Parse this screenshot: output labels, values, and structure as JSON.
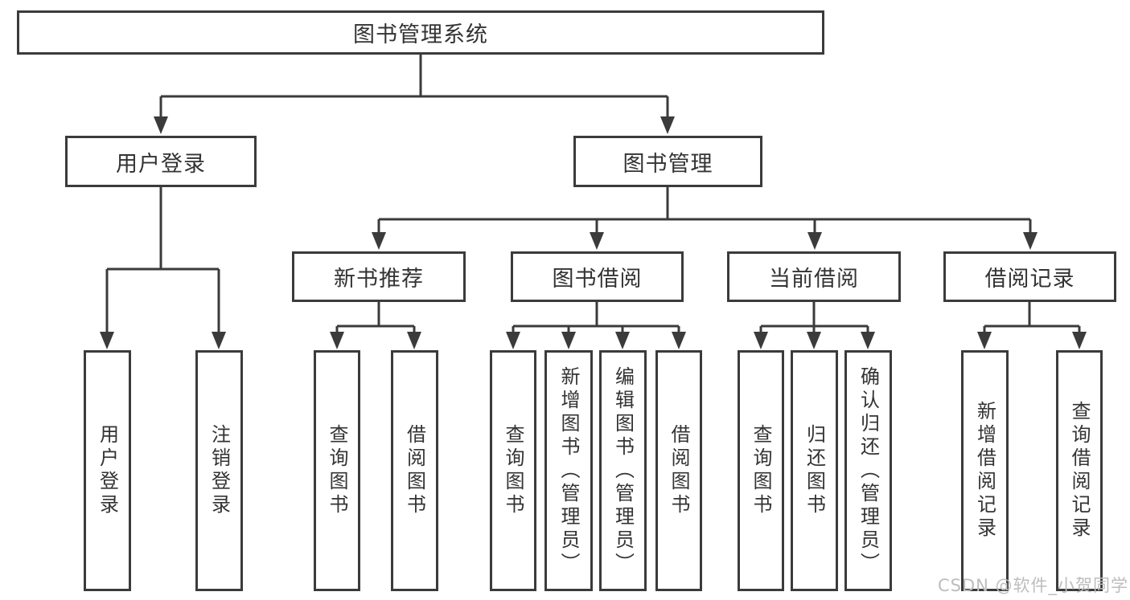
{
  "tree": {
    "root": {
      "label": "图书管理系统"
    },
    "children": [
      {
        "label": "用户登录",
        "children": [
          {
            "label": "用户登录"
          },
          {
            "label": "注销登录"
          }
        ]
      },
      {
        "label": "图书管理",
        "children": [
          {
            "label": "新书推荐",
            "children": [
              {
                "label": "查询图书"
              },
              {
                "label": "借阅图书"
              }
            ]
          },
          {
            "label": "图书借阅",
            "children": [
              {
                "label": "查询图书"
              },
              {
                "label": "新增图书（管理员）"
              },
              {
                "label": "编辑图书（管理员）"
              },
              {
                "label": "借阅图书"
              }
            ]
          },
          {
            "label": "当前借阅",
            "children": [
              {
                "label": "查询图书"
              },
              {
                "label": "归还图书"
              },
              {
                "label": "确认归还（管理员）"
              }
            ]
          },
          {
            "label": "借阅记录",
            "children": [
              {
                "label": "新增借阅记录"
              },
              {
                "label": "查询借阅记录"
              }
            ]
          }
        ]
      }
    ]
  },
  "watermark": {
    "text": "CSDN @软件_小贺同学"
  },
  "colors": {
    "line": "#3b3b3b",
    "box_border": "#3b3b3b",
    "text": "#333333",
    "watermark_text": "#bdbdbd",
    "background": "#ffffff"
  }
}
